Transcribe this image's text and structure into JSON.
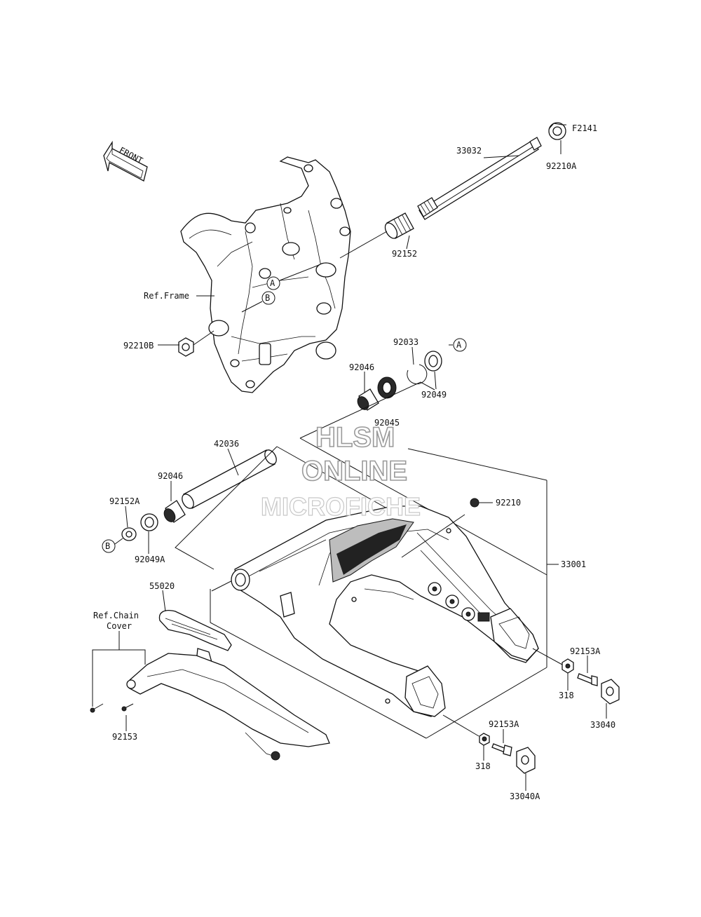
{
  "watermark": {
    "line1": "HLSM",
    "line2": "ONLINE",
    "line3": "MICROFICHE"
  },
  "front_arrow": {
    "label": "FRONT"
  },
  "reference_labels": {
    "frame": "Ref.Frame",
    "chain_cover_line1": "Ref.Chain",
    "chain_cover_line2": "Cover"
  },
  "callouts": {
    "a": "A",
    "b": "B"
  },
  "parts": [
    {
      "id": "f2141",
      "number": "F2141"
    },
    {
      "id": "33032",
      "number": "33032"
    },
    {
      "id": "92210a",
      "number": "92210A"
    },
    {
      "id": "92152",
      "number": "92152"
    },
    {
      "id": "92210b",
      "number": "92210B"
    },
    {
      "id": "92033",
      "number": "92033"
    },
    {
      "id": "92046-upper",
      "number": "92046"
    },
    {
      "id": "92049",
      "number": "92049"
    },
    {
      "id": "92045",
      "number": "92045"
    },
    {
      "id": "42036",
      "number": "42036"
    },
    {
      "id": "92046-lower",
      "number": "92046"
    },
    {
      "id": "92152a",
      "number": "92152A"
    },
    {
      "id": "92049a",
      "number": "92049A"
    },
    {
      "id": "92210",
      "number": "92210"
    },
    {
      "id": "33001",
      "number": "33001"
    },
    {
      "id": "55020",
      "number": "55020"
    },
    {
      "id": "92153a-right",
      "number": "92153A"
    },
    {
      "id": "318-right",
      "number": "318"
    },
    {
      "id": "33040",
      "number": "33040"
    },
    {
      "id": "92153",
      "number": "92153"
    },
    {
      "id": "92153a-lower",
      "number": "92153A"
    },
    {
      "id": "318-lower",
      "number": "318"
    },
    {
      "id": "33040a",
      "number": "33040A"
    }
  ]
}
